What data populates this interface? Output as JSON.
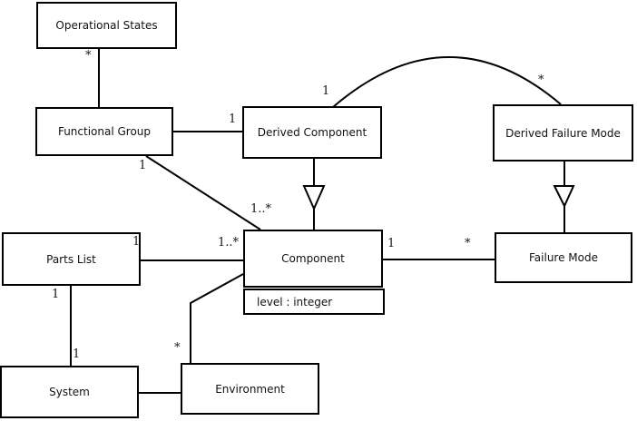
{
  "diagram_title": "UML class diagram",
  "colors": {
    "background": "#ffffff",
    "line": "#000000",
    "box_fill": "#ffffff",
    "text": "#111111"
  },
  "classes": {
    "operational_states": {
      "name": "Operational States"
    },
    "functional_group": {
      "name": "Functional Group"
    },
    "derived_component": {
      "name": "Derived Component"
    },
    "derived_failure_mode": {
      "name": "Derived Failure Mode"
    },
    "parts_list": {
      "name": "Parts List"
    },
    "component": {
      "name": "Component",
      "attribute": "level : integer"
    },
    "failure_mode": {
      "name": "Failure Mode"
    },
    "system": {
      "name": "System"
    },
    "environment": {
      "name": "Environment"
    }
  },
  "multiplicities": {
    "os_end_star": "*",
    "fg_dc_one": "1",
    "fg_diag_one": "1",
    "fg_comp_many": "1..*",
    "arc_dc_one": "1",
    "arc_dfm_star": "*",
    "pl_one": "1",
    "pl_comp_many": "1..*",
    "comp_fm_one": "1",
    "comp_fm_star": "*",
    "pl_sys_top_one": "1",
    "pl_sys_bottom_one": "1",
    "env_star": "*"
  },
  "relationships": [
    {
      "from": "Operational States",
      "to": "Functional Group",
      "type": "association",
      "labels": [
        "*"
      ]
    },
    {
      "from": "Functional Group",
      "to": "Derived Component",
      "type": "association",
      "labels": [
        "1"
      ]
    },
    {
      "from": "Functional Group",
      "to": "Component",
      "type": "association",
      "labels": [
        "1",
        "1..*"
      ]
    },
    {
      "from": "Derived Component",
      "to": "Component",
      "type": "generalization",
      "labels": []
    },
    {
      "from": "Derived Component",
      "to": "Derived Failure Mode",
      "type": "association-arc",
      "labels": [
        "1",
        "*"
      ]
    },
    {
      "from": "Derived Failure Mode",
      "to": "Failure Mode",
      "type": "generalization",
      "labels": []
    },
    {
      "from": "Parts List",
      "to": "Component",
      "type": "association",
      "labels": [
        "1",
        "1..*"
      ]
    },
    {
      "from": "Component",
      "to": "Failure Mode",
      "type": "association",
      "labels": [
        "1",
        "*"
      ]
    },
    {
      "from": "Parts List",
      "to": "System",
      "type": "association",
      "labels": [
        "1",
        "1"
      ]
    },
    {
      "from": "System",
      "to": "Environment",
      "type": "association",
      "labels": []
    },
    {
      "from": "Component",
      "to": "Environment",
      "type": "association",
      "labels": [
        "*"
      ]
    }
  ]
}
